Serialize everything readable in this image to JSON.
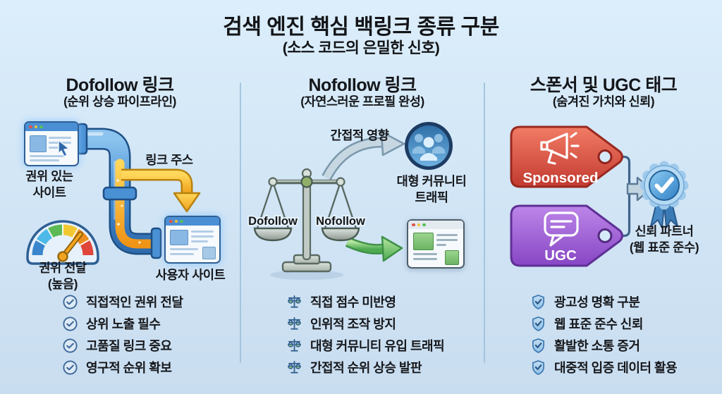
{
  "title": "검색 엔진 핵심 백링크 종류 구분",
  "subtitle": "(소스 코드의 은밀한 신호)",
  "columns": {
    "dofollow": {
      "heading": "Dofollow 링크",
      "subheading": "(순위 상승 파이프라인)",
      "source_site_label": "권위 있는\n사이트",
      "link_juice_label": "링크 주스",
      "authority_gauge_label": "권위 전달\n(높음)",
      "user_site_label": "사용자 사이트",
      "checklist": [
        "직접적인 권위 전달",
        "상위 노출 필수",
        "고품질 링크 중요",
        "영구적 순위 확보"
      ]
    },
    "nofollow": {
      "heading": "Nofollow 링크",
      "subheading": "(자연스러운 프로필 완성)",
      "indirect_influence_label": "간접적 영향",
      "scale_left_label": "Dofollow",
      "scale_right_label": "Nofollow",
      "community_label": "대형 커뮤니티\n트래픽",
      "checklist": [
        "직접 점수 미반영",
        "인위적 조작 방지",
        "대형 커뮤니티 유입 트래픽",
        "간접적 순위 상승 발판"
      ]
    },
    "sponsored_ugc": {
      "heading": "스폰서 및 UGC 태그",
      "subheading": "(숨겨진 가치와 신뢰)",
      "sponsored_tag_label": "Sponsored",
      "ugc_tag_label": "UGC",
      "trust_badge_label": "신뢰 파트너\n(웹 표준 준수)",
      "checklist": [
        "광고성 명확 구분",
        "웹 표준 준수 신뢰",
        "활발한 소통 증거",
        "대중적 입증 데이터 활용"
      ]
    }
  },
  "icons": {
    "dofollow_checklist_icon": "check-circle-icon",
    "nofollow_checklist_icon": "balance-scale-icon",
    "sponsored_ugc_checklist_icon": "shield-check-icon",
    "sponsored_tag_icon": "megaphone-icon",
    "ugc_tag_icon": "speech-bubble-icon",
    "trust_icon": "ribbon-badge-check-icon",
    "traffic_icon": "community-people-icon",
    "authority_icon": "gauge-icon"
  },
  "colors": {
    "background": "#d2e6f6",
    "text": "#16181c",
    "divider": "#9cc0dc",
    "pipe_blue": "#4a90d4",
    "link_juice_gold": "#f6b428",
    "sponsored_red": "#d94c3e",
    "ugc_purple": "#9a5ccd",
    "badge_blue": "#3f93d8",
    "community_navy": "#1d3c63",
    "arrow_green": "#53b257",
    "arrow_gray": "#c6d7e1"
  }
}
